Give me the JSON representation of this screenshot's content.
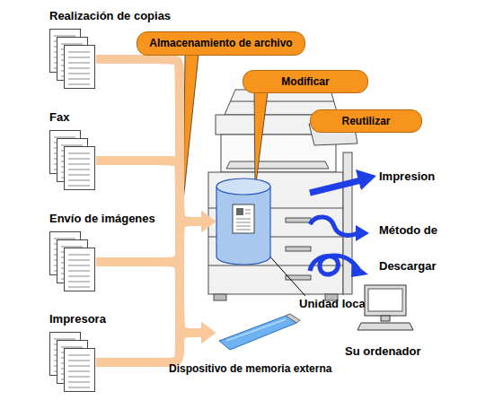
{
  "diagram": {
    "nodes": [
      {
        "text": [
          "Realización de copias"
        ]
      },
      {
        "text": [
          "Almacenamiento de archivo"
        ]
      },
      {
        "text": [
          "Modificar"
        ]
      },
      {
        "text": [
          "Fax"
        ]
      },
      {
        "text": [
          "Reutilizar"
        ]
      },
      {
        "text": [
          "Envío de imágenes"
        ]
      },
      {
        "text": [
          "Unidad local"
        ]
      },
      {
        "text": [
          "Impresora"
        ]
      },
      {
        "text": [
          "Su ordenador"
        ]
      },
      {
        "text": [
          "Dispositivo de memoria externa"
        ]
      }
    ],
    "edges": [
      {
        "from": 0,
        "to": 6,
        "arrow": "to"
      },
      {
        "from": 3,
        "to": 6,
        "arrow": "to"
      },
      {
        "from": 5,
        "to": 6,
        "arrow": "to"
      },
      {
        "from": 7,
        "to": 6,
        "arrow": "to"
      },
      {
        "from": 0,
        "to": 9,
        "arrow": "to"
      },
      {
        "from": 3,
        "to": 9,
        "arrow": "to"
      },
      {
        "from": 5,
        "to": 9,
        "arrow": "to"
      },
      {
        "from": 7,
        "to": 9,
        "arrow": "to"
      }
    ],
    "labels": [
      "Impresion",
      "Método de",
      "Descargar"
    ]
  }
}
